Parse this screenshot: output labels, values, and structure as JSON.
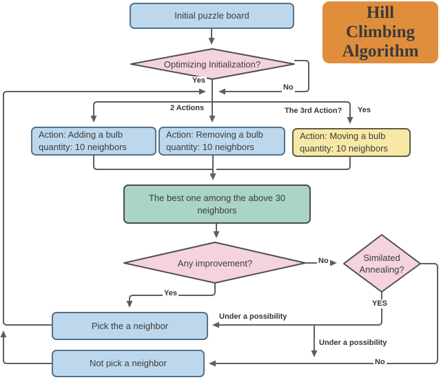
{
  "badge": {
    "text": "Hill\nClimbing\nAlgorithm",
    "bg_color": "#e08e3c"
  },
  "nodes": {
    "initial": {
      "label": "Initial puzzle board"
    },
    "optimizing": {
      "label": "Optimizing Initialization?"
    },
    "action_add": {
      "label": "Action: Adding a bulb\nquantity: 10 neighbors"
    },
    "action_remove": {
      "label": "Action: Removing a bulb\nquantity: 10 neighbors"
    },
    "action_move": {
      "label": "Action: Moving a bulb\nquantity: 10 neighbors"
    },
    "best": {
      "label": "The best one among the above 30\nneighbors"
    },
    "improvement": {
      "label": "Any improvement?"
    },
    "annealing": {
      "label": "Similated\nAnnealing?"
    },
    "pick": {
      "label": "Pick the a neighbor"
    },
    "not_pick": {
      "label": "Not pick a neighbor"
    }
  },
  "edge_labels": {
    "yes_top": "Yes",
    "no_top": "No",
    "two_actions": "2 Actions",
    "third_action": "The 3rd Action?",
    "yes_third": "Yes",
    "no_improvement": "No",
    "yes_improvement": "Yes",
    "yes_annealing": "YES",
    "under_possibility_pick": "Under a possibility",
    "under_possibility_notpick": "Under a possibility",
    "no_bottom": "No"
  },
  "colors": {
    "blue_node_fill": "#bdd8ec",
    "blue_node_border": "#54718c",
    "yellow_node_fill": "#f8e8a6",
    "green_node_fill": "#a9d4c6",
    "pink_diamond_fill": "#f4d2e0",
    "diamond_border": "#4f4f4f",
    "badge_orange": "#e08e3c",
    "connector_gray": "#5e5e5e"
  }
}
